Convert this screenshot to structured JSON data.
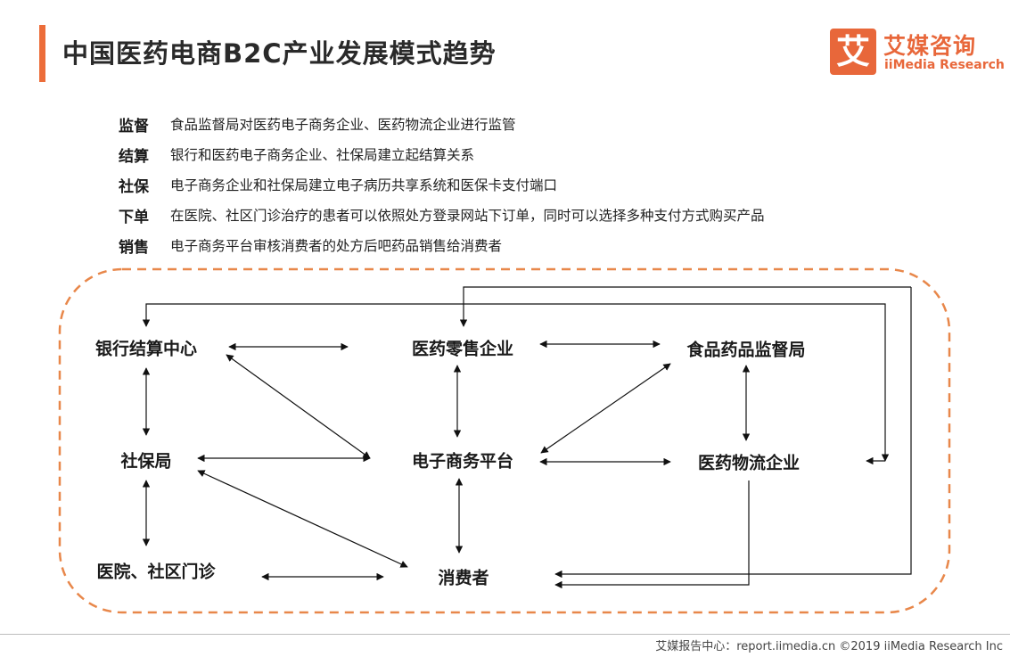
{
  "title": "中国医药电商B2C产业发展模式趋势",
  "logo": {
    "mark": "艾",
    "name_cn": "艾媒咨询",
    "name_en": "iiMedia Research"
  },
  "rules": [
    {
      "key": "监督",
      "text": "食品监督局对医药电子商务企业、医药物流企业进行监管"
    },
    {
      "key": "结算",
      "text": "银行和医药电子商务企业、社保局建立起结算关系"
    },
    {
      "key": "社保",
      "text": "电子商务企业和社保局建立电子病历共享系统和医保卡支付端口"
    },
    {
      "key": "下单",
      "text": "在医院、社区门诊治疗的患者可以依照处方登录网站下订单，同时可以选择多种支付方式购买产品"
    },
    {
      "key": "销售",
      "text": "电子商务平台审核消费者的处方后吧药品销售给消费者"
    }
  ],
  "nodes": {
    "bank": "银行结算中心",
    "retail": "医药零售企业",
    "fda": "食品药品监督局",
    "social": "社保局",
    "platform": "电子商务平台",
    "logistics": "医药物流企业",
    "hospital": "医院、社区门诊",
    "consumer": "消费者"
  },
  "footer": "艾媒报告中心：report.iimedia.cn  ©2019  iiMedia Research  Inc",
  "colors": {
    "accent": "#ec6d3a",
    "border": "#e8874a"
  }
}
